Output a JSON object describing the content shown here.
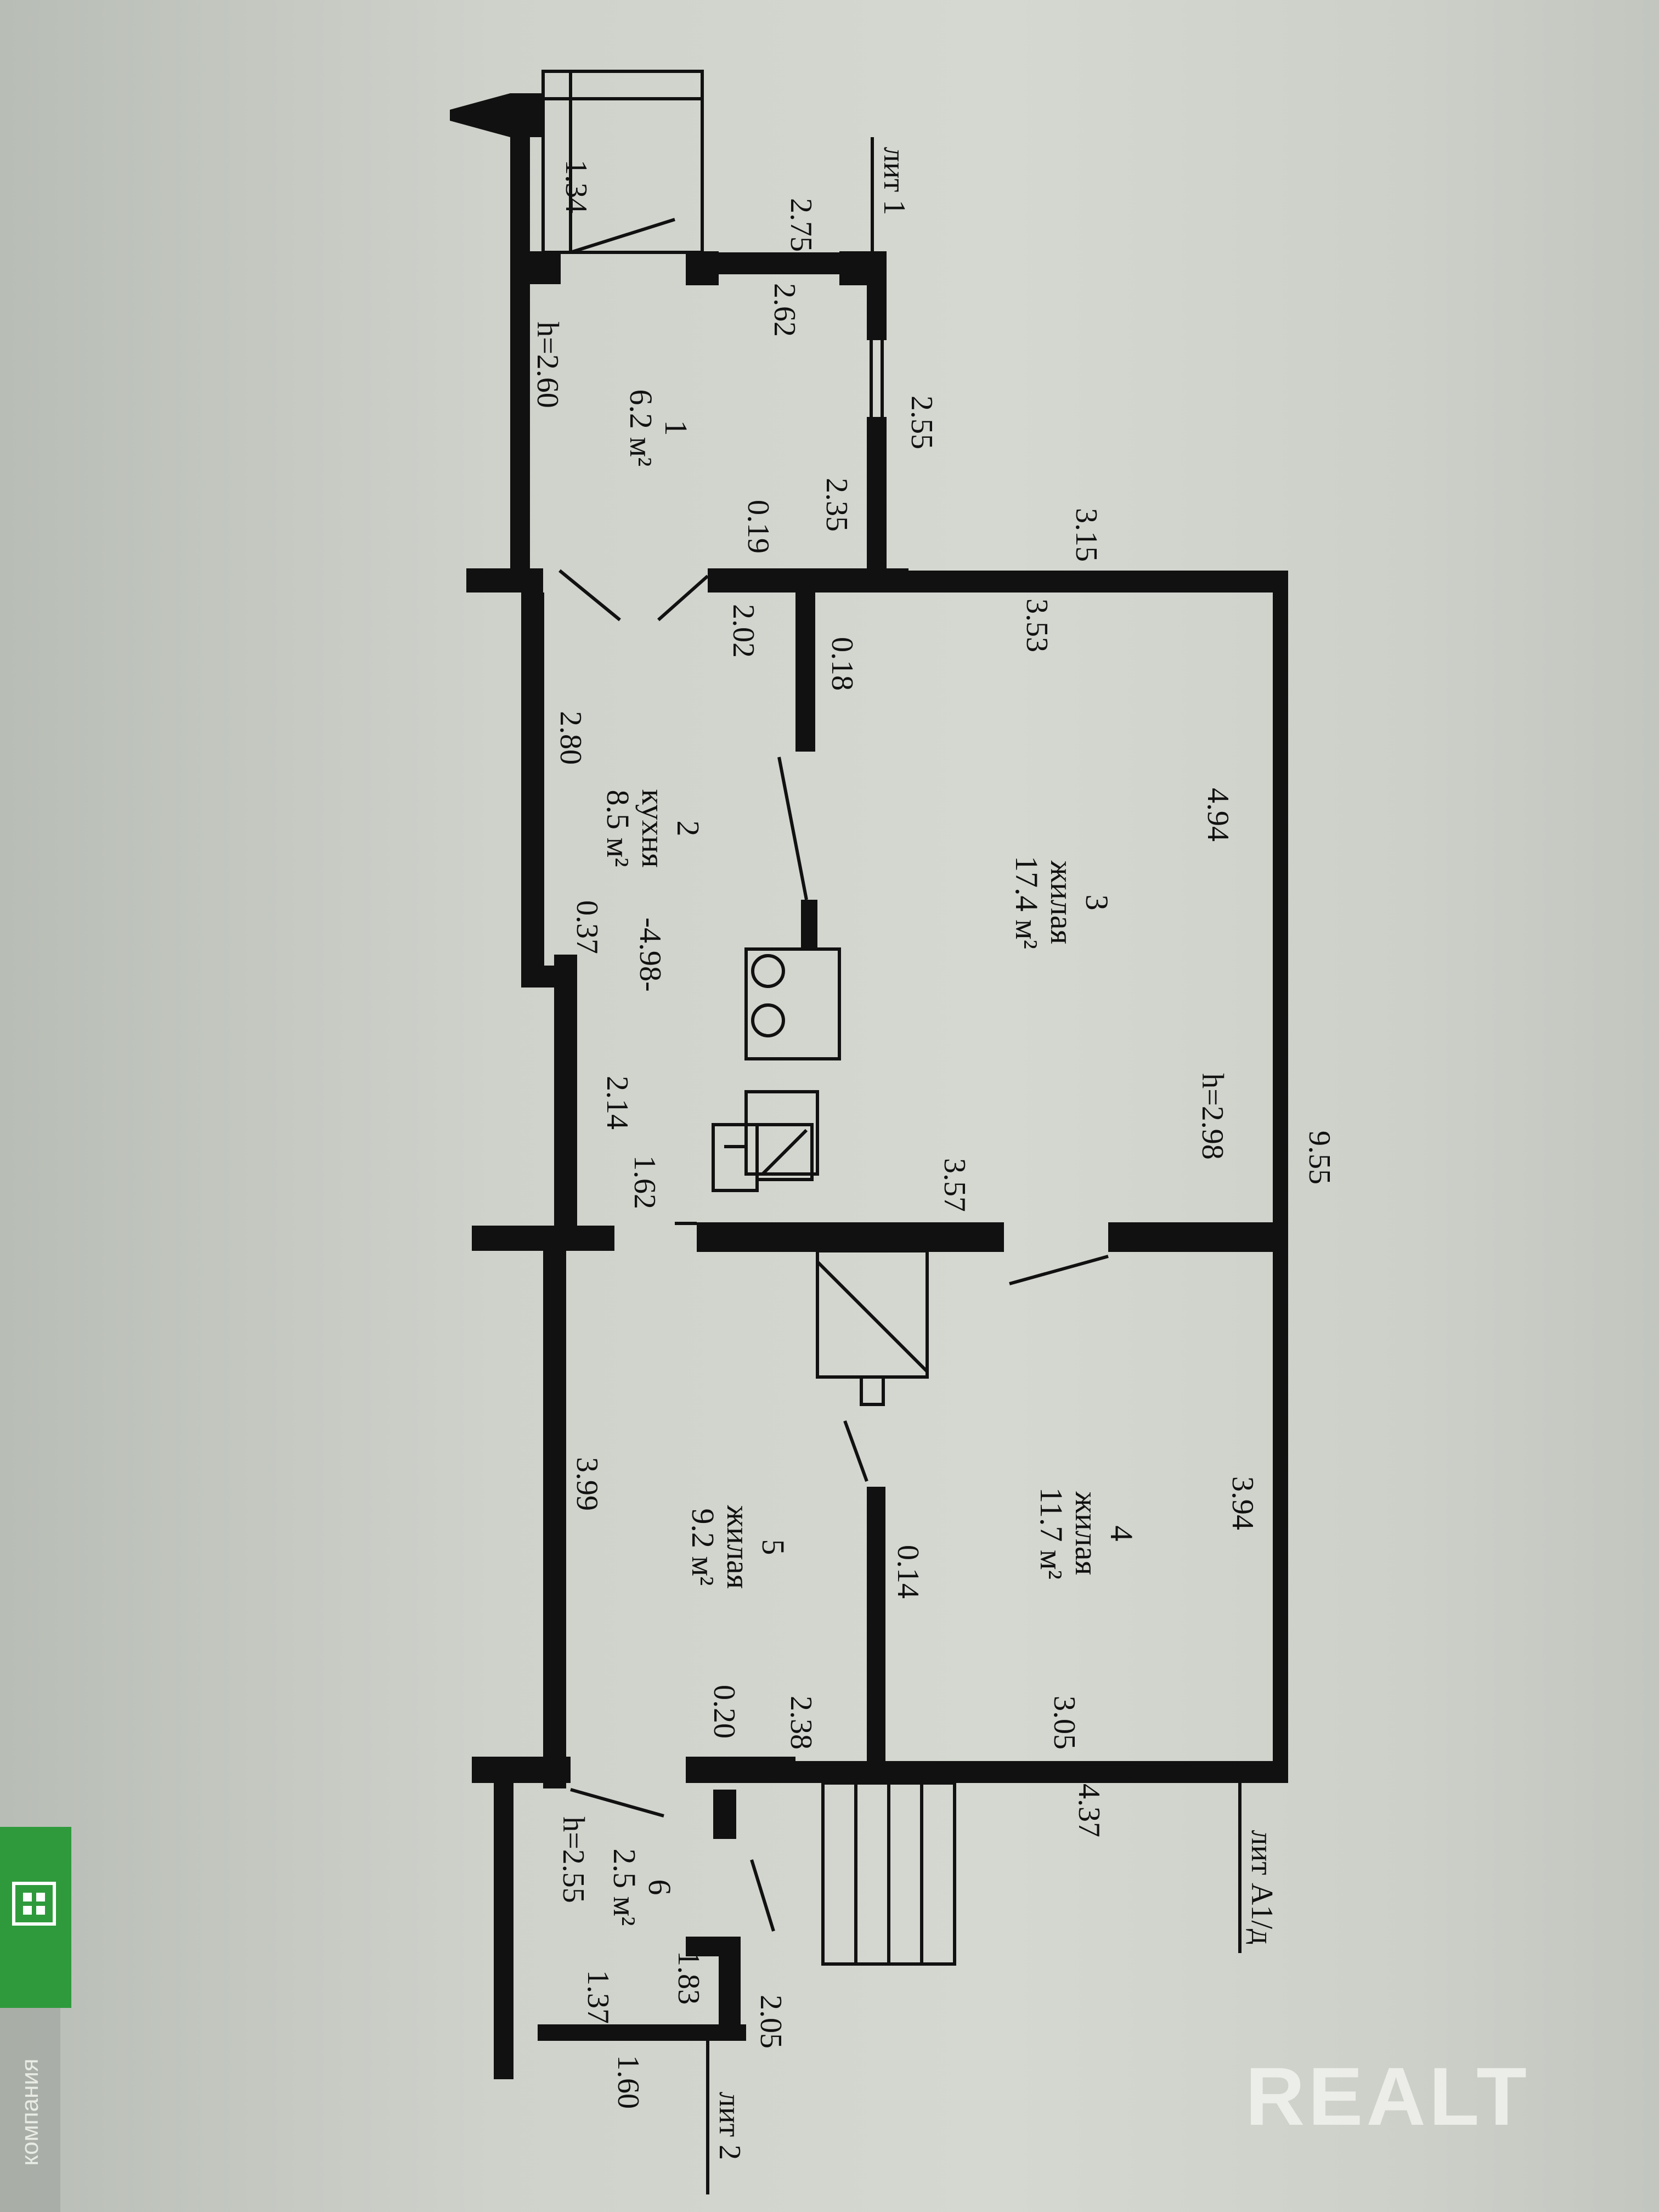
{
  "plan": {
    "dimensions": {
      "d_1_34": "1.34",
      "d_2_75": "2.75",
      "d_2_62": "2.62",
      "d_h_2_60": "h=2.60",
      "d_2_55": "2.55",
      "d_2_35": "2.35",
      "d_0_19": "0.19",
      "d_3_15": "3.15",
      "d_2_02": "2.02",
      "d_3_53": "3.53",
      "d_0_18": "0.18",
      "d_2_80": "2.80",
      "d_4_94": "4.94",
      "d_0_37": "0.37",
      "d_4_98": "-4.98-",
      "d_2_14": "2.14",
      "d_h_2_98": "h=2.98",
      "d_1_62": "1.62",
      "d_3_57": "3.57",
      "d_9_55": "9.55",
      "d_3_99": "3.99",
      "d_3_94": "3.94",
      "d_0_14": "0.14",
      "d_0_20": "0.20",
      "d_2_38": "2.38",
      "d_3_05": "3.05",
      "d_4_37": "4.37",
      "d_h_2_55": "h=2.55",
      "d_1_83": "1.83",
      "d_1_37": "1.37",
      "d_2_05": "2.05",
      "d_1_60": "1.60"
    },
    "rooms": [
      {
        "num": "1",
        "name": "",
        "area": "6.2 м²"
      },
      {
        "num": "2",
        "name": "кухня",
        "area": "8.5 м²"
      },
      {
        "num": "3",
        "name": "жилая",
        "area": "17.4 м²"
      },
      {
        "num": "4",
        "name": "жилая",
        "area": "11.7 м²"
      },
      {
        "num": "5",
        "name": "жилая",
        "area": "9.2 м²"
      },
      {
        "num": "6",
        "name": "",
        "area": "2.5 м²"
      }
    ],
    "lit_labels": {
      "lit1": "лит 1",
      "lit_a": "лит А1/д",
      "lit2": "лит 2"
    }
  },
  "watermark": {
    "brand": "REALT",
    "side_text": "компания"
  },
  "colors": {
    "paper": "#cfd2cb",
    "ink": "#111111",
    "badge_green": "#2f9a3c"
  }
}
